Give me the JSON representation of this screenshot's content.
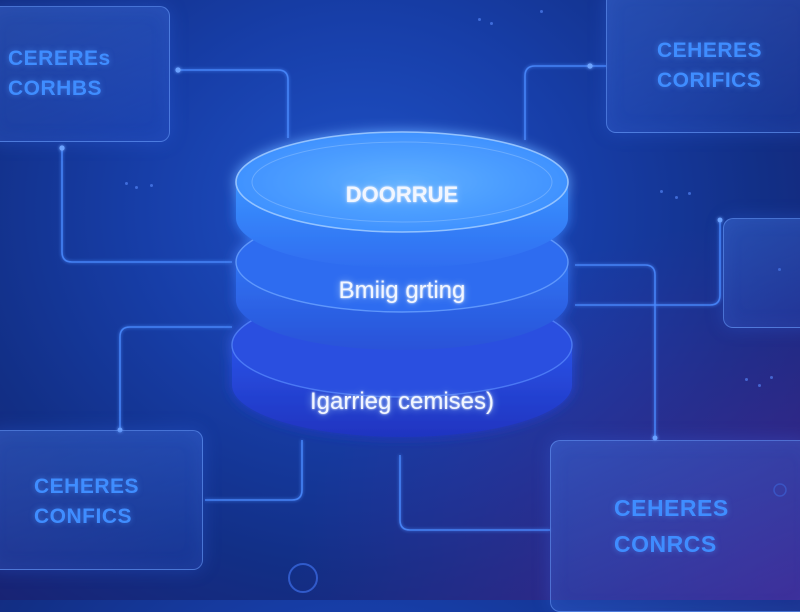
{
  "diagram": {
    "center_stack": {
      "layers": [
        {
          "label": "DOORRUE"
        },
        {
          "label": "Bmiig grting"
        },
        {
          "label": "Igarrieg cemises)"
        }
      ]
    },
    "cards": {
      "top_left": {
        "line1": "CEREREs",
        "line2": "CORHBS"
      },
      "top_right": {
        "line1": "CEHERES",
        "line2": "CORIFICS"
      },
      "bottom_left": {
        "line1": "CEHERES",
        "line2": "CONFICS"
      },
      "bottom_right": {
        "line1": "CEHERES",
        "line2": "CONRCS"
      }
    },
    "colors": {
      "card_text": "#3f8dff",
      "wire": "#4a8bff",
      "disk_top": "#3f95ff",
      "disk_bottom": "#2244d8"
    }
  }
}
